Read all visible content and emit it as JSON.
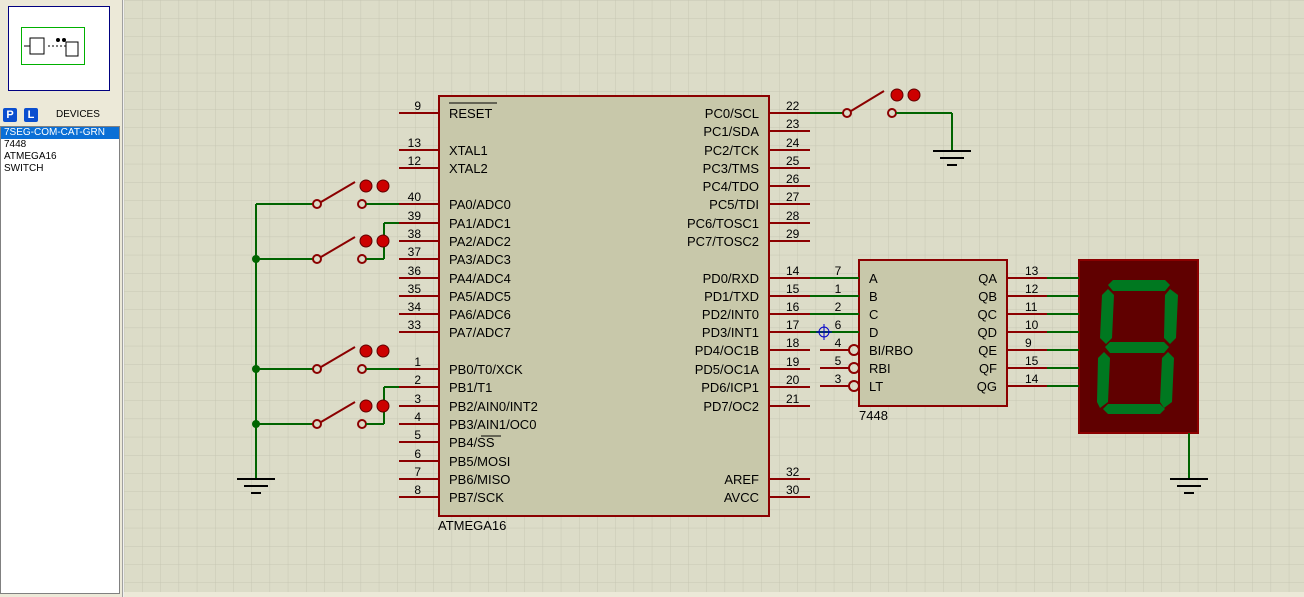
{
  "panel": {
    "p_button": "P",
    "l_button": "L",
    "devices_title": "DEVICES",
    "devices": [
      {
        "label": "7SEG-COM-CAT-GRN",
        "selected": true
      },
      {
        "label": "7448",
        "selected": false
      },
      {
        "label": "ATMEGA16",
        "selected": false
      },
      {
        "label": "SWITCH",
        "selected": false
      }
    ]
  },
  "mcu": {
    "name": "ATMEGA16",
    "left_pins": [
      {
        "num": "9",
        "label": "RESET"
      },
      {
        "num": "13",
        "label": "XTAL1"
      },
      {
        "num": "12",
        "label": "XTAL2"
      },
      {
        "num": "40",
        "label": "PA0/ADC0"
      },
      {
        "num": "39",
        "label": "PA1/ADC1"
      },
      {
        "num": "38",
        "label": "PA2/ADC2"
      },
      {
        "num": "37",
        "label": "PA3/ADC3"
      },
      {
        "num": "36",
        "label": "PA4/ADC4"
      },
      {
        "num": "35",
        "label": "PA5/ADC5"
      },
      {
        "num": "34",
        "label": "PA6/ADC6"
      },
      {
        "num": "33",
        "label": "PA7/ADC7"
      },
      {
        "num": "1",
        "label": "PB0/T0/XCK"
      },
      {
        "num": "2",
        "label": "PB1/T1"
      },
      {
        "num": "3",
        "label": "PB2/AIN0/INT2"
      },
      {
        "num": "4",
        "label": "PB3/AIN1/OC0"
      },
      {
        "num": "5",
        "label": "PB4/SS"
      },
      {
        "num": "6",
        "label": "PB5/MOSI"
      },
      {
        "num": "7",
        "label": "PB6/MISO"
      },
      {
        "num": "8",
        "label": "PB7/SCK"
      }
    ],
    "right_pins": [
      {
        "num": "22",
        "label": "PC0/SCL"
      },
      {
        "num": "23",
        "label": "PC1/SDA"
      },
      {
        "num": "24",
        "label": "PC2/TCK"
      },
      {
        "num": "25",
        "label": "PC3/TMS"
      },
      {
        "num": "26",
        "label": "PC4/TDO"
      },
      {
        "num": "27",
        "label": "PC5/TDI"
      },
      {
        "num": "28",
        "label": "PC6/TOSC1"
      },
      {
        "num": "29",
        "label": "PC7/TOSC2"
      },
      {
        "num": "14",
        "label": "PD0/RXD"
      },
      {
        "num": "15",
        "label": "PD1/TXD"
      },
      {
        "num": "16",
        "label": "PD2/INT0"
      },
      {
        "num": "17",
        "label": "PD3/INT1"
      },
      {
        "num": "18",
        "label": "PD4/OC1B"
      },
      {
        "num": "19",
        "label": "PD5/OC1A"
      },
      {
        "num": "20",
        "label": "PD6/ICP1"
      },
      {
        "num": "21",
        "label": "PD7/OC2"
      },
      {
        "num": "32",
        "label": "AREF"
      },
      {
        "num": "30",
        "label": "AVCC"
      }
    ]
  },
  "decoder": {
    "name": "7448",
    "left_pins": [
      {
        "num": "7",
        "label": "A"
      },
      {
        "num": "1",
        "label": "B"
      },
      {
        "num": "2",
        "label": "C"
      },
      {
        "num": "6",
        "label": "D"
      },
      {
        "num": "4",
        "label": "BI/RBO"
      },
      {
        "num": "5",
        "label": "RBI"
      },
      {
        "num": "3",
        "label": "LT"
      }
    ],
    "right_pins": [
      {
        "num": "13",
        "label": "QA"
      },
      {
        "num": "12",
        "label": "QB"
      },
      {
        "num": "11",
        "label": "QC"
      },
      {
        "num": "10",
        "label": "QD"
      },
      {
        "num": "9",
        "label": "QE"
      },
      {
        "num": "15",
        "label": "QF"
      },
      {
        "num": "14",
        "label": "QG"
      }
    ]
  },
  "colors": {
    "canvas": "#dcdcc8",
    "grid": "#c6c6b3",
    "component_body": "#c8c8aa",
    "component_border": "#8b0000",
    "wire": "#006400",
    "display_bg": "#600000",
    "segment_on": "#007820"
  }
}
